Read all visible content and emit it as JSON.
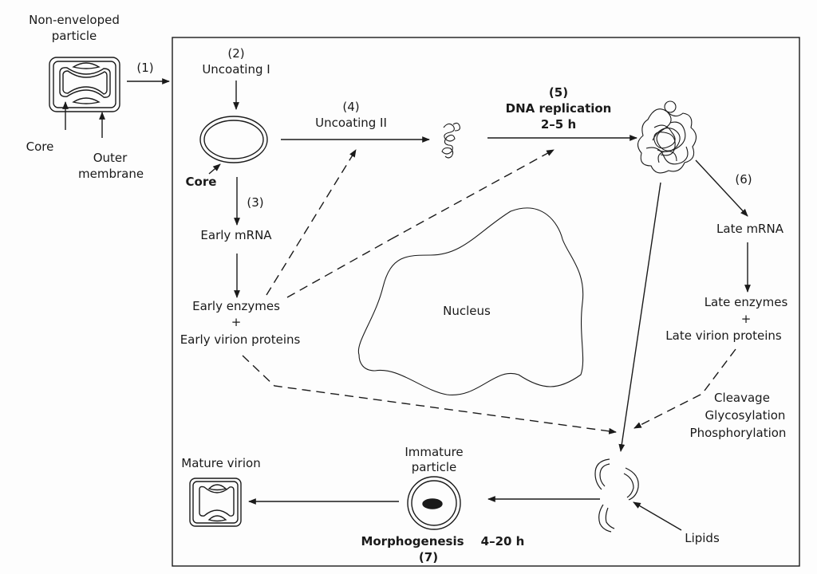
{
  "diagram": {
    "title": "Poxvirus-like replication cycle in host cell",
    "outside": {
      "particle_title": "Non-enveloped particle",
      "particle_title_line1": "Non-enveloped",
      "particle_title_line2": "particle",
      "core_label": "Core",
      "outer_membrane_line1": "Outer",
      "outer_membrane_line2": "membrane",
      "step1": "(1)"
    },
    "steps": {
      "step2_num": "(2)",
      "step2_label": "Uncoating I",
      "core_label": "Core",
      "step3_num": "(3)",
      "early_mrna": "Early mRNA",
      "early_enzymes": "Early enzymes",
      "plus1": "+",
      "early_virion_proteins": "Early virion proteins",
      "step4_num": "(4)",
      "step4_label": "Uncoating II",
      "step5_num": "(5)",
      "step5_label": "DNA replication",
      "step5_time": "2–5 h",
      "step6_num": "(6)",
      "late_mrna": "Late mRNA",
      "late_enzymes": "Late enzymes",
      "plus2": "+",
      "late_virion_proteins": "Late virion proteins",
      "cleavage": "Cleavage",
      "glycosylation": "Glycosylation",
      "phosphorylation": "Phosphorylation",
      "nucleus": "Nucleus",
      "lipids": "Lipids",
      "immature_line1": "Immature",
      "immature_line2": "particle",
      "morphogenesis": "Morphogenesis",
      "morph_time": "4–20 h",
      "step7_num": "(7)",
      "mature_virion": "Mature virion"
    },
    "colors": {
      "ink": "#1a1a1a",
      "paper": "#fdfdfd"
    }
  }
}
